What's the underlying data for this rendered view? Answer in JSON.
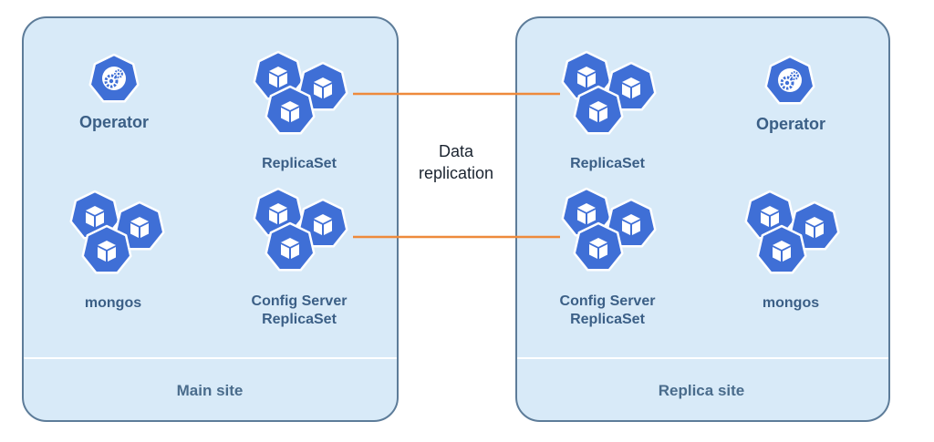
{
  "sites": {
    "main": {
      "label": "Main site",
      "operator": "Operator",
      "replicaset": "ReplicaSet",
      "mongos": "mongos",
      "config_line1": "Config Server",
      "config_line2": "ReplicaSet"
    },
    "replica": {
      "label": "Replica site",
      "operator": "Operator",
      "replicaset": "ReplicaSet",
      "mongos": "mongos",
      "config_line1": "Config Server",
      "config_line2": "ReplicaSet"
    }
  },
  "link": {
    "line1": "Data",
    "line2": "replication"
  },
  "colors": {
    "panel_fill": "#d8eaf8",
    "panel_border": "#5d7c99",
    "icon_blue": "#3f6fd6",
    "line_orange": "#ee8a3c"
  },
  "icons": {
    "operator": "kubernetes-operator-icon",
    "pods": "kubernetes-pod-cluster-icon"
  }
}
